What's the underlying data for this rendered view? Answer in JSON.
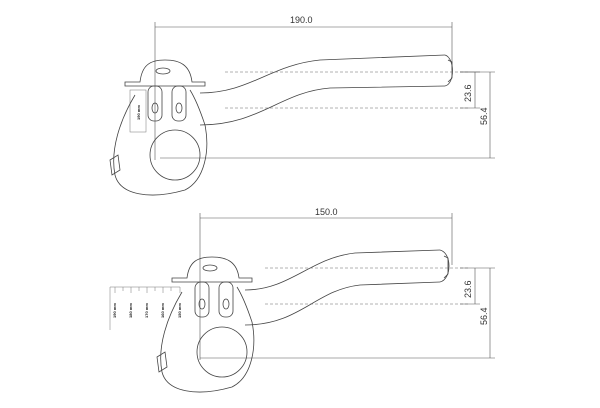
{
  "top_view": {
    "reach": "190.0",
    "rise": "23.6",
    "drop": "56.4",
    "size_label": "190 mm"
  },
  "bottom_view": {
    "reach": "150.0",
    "rise": "23.6",
    "drop": "56.4",
    "scale_labels": [
      "190 mm",
      "180 mm",
      "170 mm",
      "160 mm",
      "150 mm"
    ]
  }
}
